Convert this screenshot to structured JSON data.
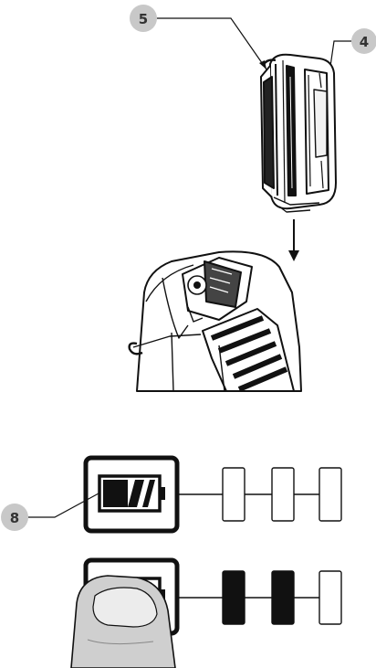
{
  "callouts": [
    {
      "id": "5",
      "label": "5"
    },
    {
      "id": "4",
      "label": "4"
    },
    {
      "id": "8",
      "label": "8"
    }
  ],
  "indicator_top": {
    "leds_filled": 0,
    "leds_total": 3
  },
  "indicator_bottom": {
    "leds_filled": 2,
    "leds_total": 3
  },
  "colors": {
    "callout_bg": "#c8c8c8",
    "line": "#111111",
    "finger": "#cfcfcf"
  },
  "icons": [
    "arrow-down-icon",
    "battery-icon",
    "finger-press-icon"
  ]
}
